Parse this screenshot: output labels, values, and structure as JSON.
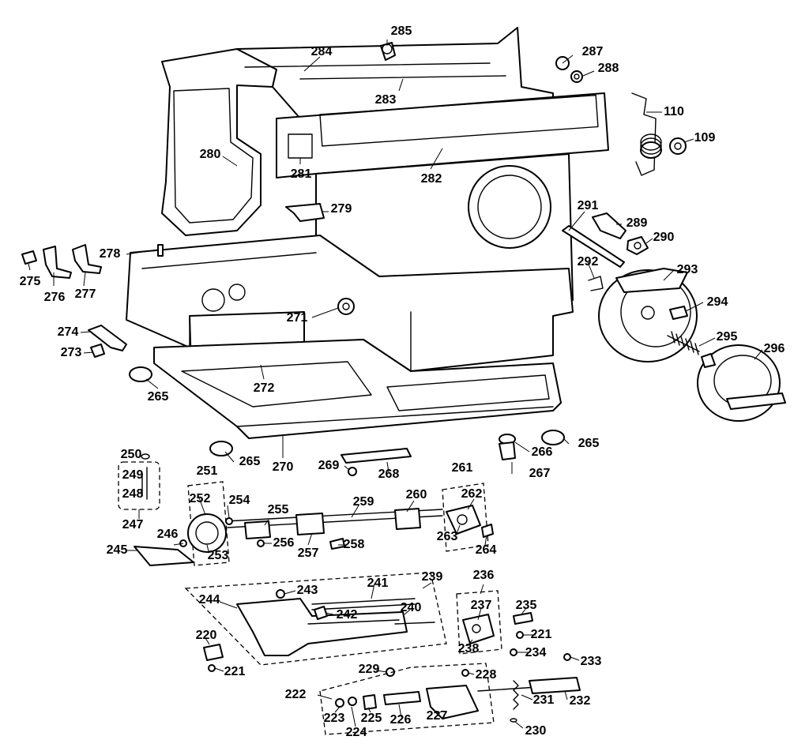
{
  "labels": [
    "285",
    "284",
    "287",
    "288",
    "283",
    "110",
    "109",
    "280",
    "281",
    "282",
    "279",
    "291",
    "289",
    "290",
    "278",
    "292",
    "293",
    "275",
    "276",
    "277",
    "294",
    "271",
    "274",
    "273",
    "295",
    "296",
    "265",
    "272",
    "270",
    "266",
    "269",
    "268",
    "267",
    "250",
    "251",
    "261",
    "249",
    "252",
    "254",
    "262",
    "248",
    "255",
    "259",
    "260",
    "247",
    "246",
    "256",
    "263",
    "264",
    "245",
    "253",
    "257",
    "258",
    "239",
    "236",
    "241",
    "243",
    "244",
    "242",
    "240",
    "237",
    "235",
    "220",
    "238",
    "221",
    "234",
    "233",
    "229",
    "228",
    "222",
    "231",
    "232",
    "223",
    "225",
    "226",
    "227",
    "224",
    "230"
  ],
  "colors": {
    "ink": "#000000",
    "paper": "#ffffff"
  }
}
